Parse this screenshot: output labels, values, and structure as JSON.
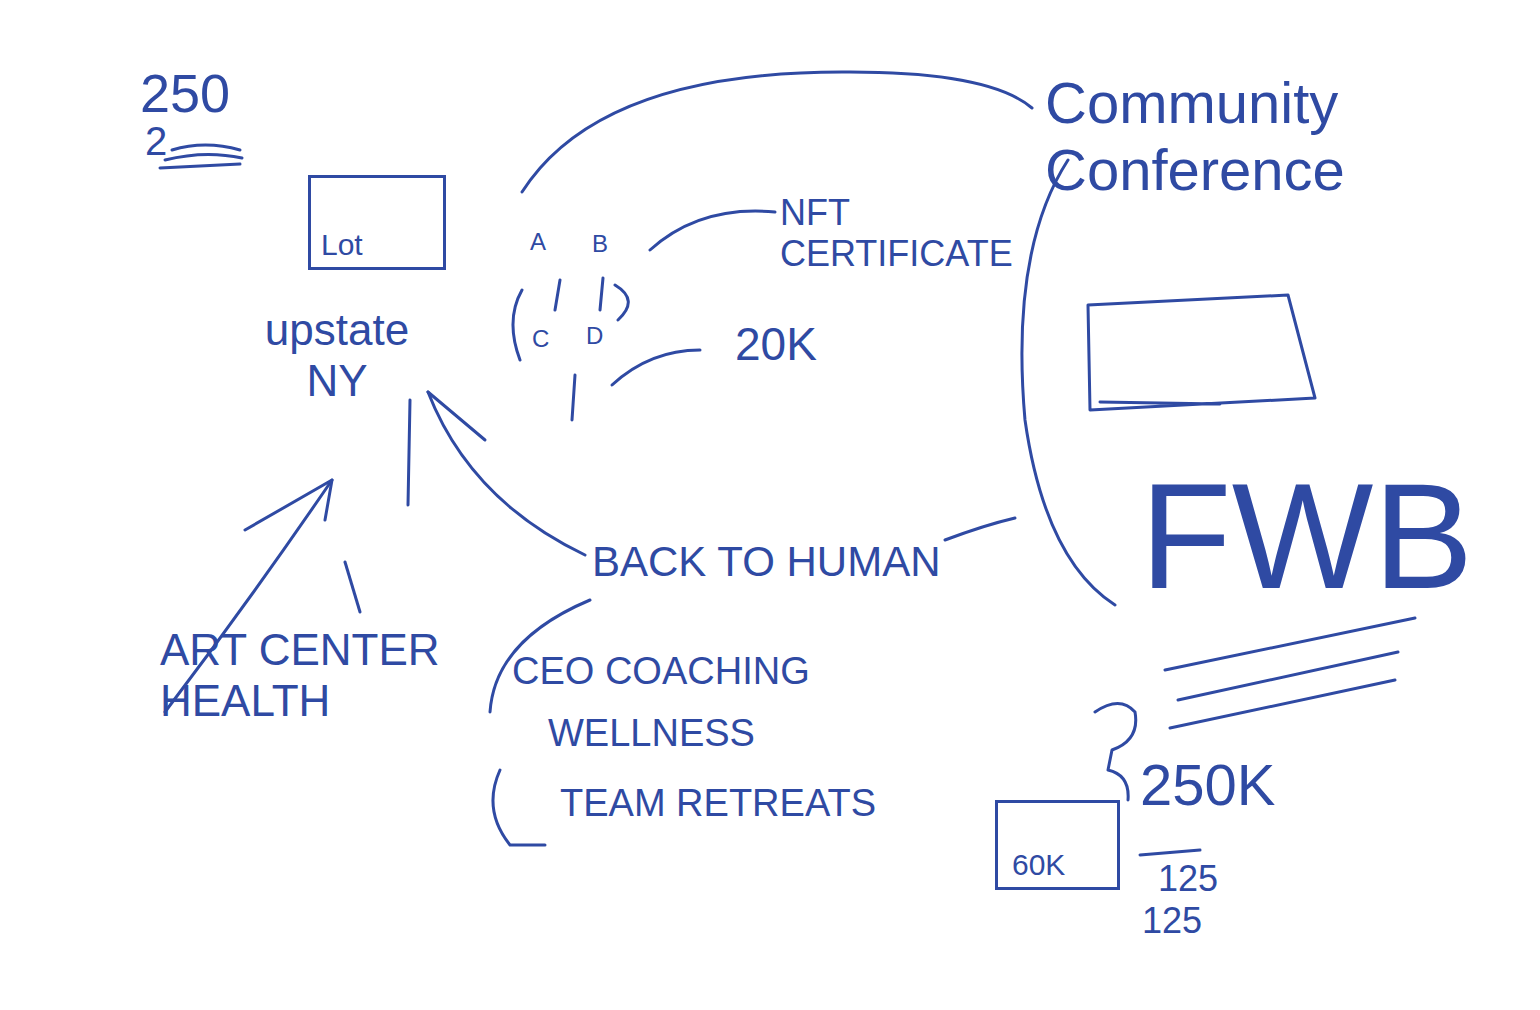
{
  "diagram": {
    "nodes": [
      {
        "text": [
          "Lot"
        ]
      },
      {
        "text": [
          "60K"
        ]
      }
    ],
    "labels": [
      "250",
      "2",
      "upstate NY",
      "ART CENTER HEALTH",
      "A",
      "B",
      "C",
      "D",
      "NFT CERTIFICATE",
      "20K",
      "BACK TO HUMAN",
      "CEO COACHING",
      "WELLNESS",
      "TEAM RETREATS",
      "Community Conference",
      "FWB",
      "250K",
      "125",
      "125"
    ]
  }
}
